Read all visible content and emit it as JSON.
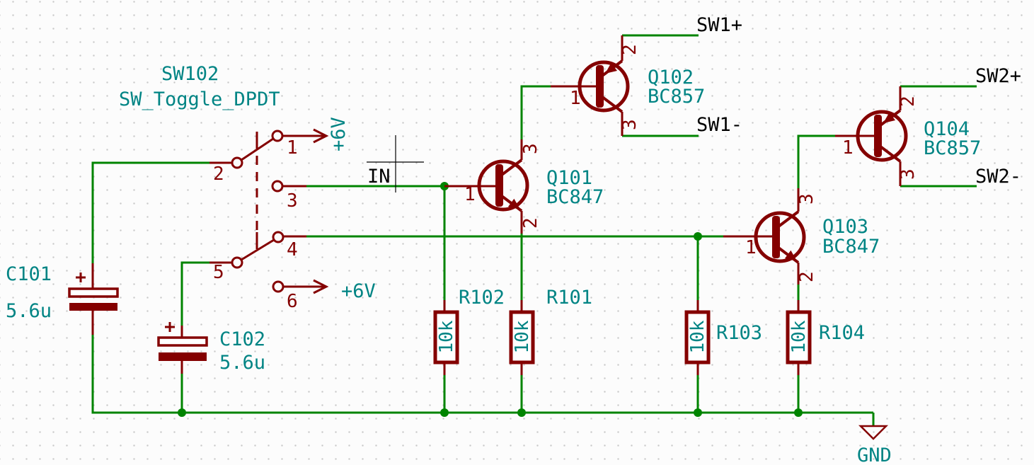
{
  "colors": {
    "wire": "#008400",
    "symbol_outline": "#840000",
    "field_text": "#008484",
    "net_label_text": "#000000",
    "background": "#fcfcfc",
    "grid_dot": "#c8c8c8"
  },
  "components": {
    "SW102": {
      "ref": "SW102",
      "value": "SW_Toggle_DPDT",
      "pin1": "1",
      "pin2": "2",
      "pin3": "3",
      "pin4": "4",
      "pin5": "5",
      "pin6": "6"
    },
    "C101": {
      "ref": "C101",
      "value": "5.6u",
      "polarity_mark": "+"
    },
    "C102": {
      "ref": "C102",
      "value": "5.6u",
      "polarity_mark": "+"
    },
    "R101": {
      "ref": "R101",
      "value": "10k"
    },
    "R102": {
      "ref": "R102",
      "value": "10k"
    },
    "R103": {
      "ref": "R103",
      "value": "10k"
    },
    "R104": {
      "ref": "R104",
      "value": "10k"
    },
    "Q101": {
      "ref": "Q101",
      "value": "BC847",
      "pin_base": "1",
      "pin_collector": "3",
      "pin_emitter": "2"
    },
    "Q102": {
      "ref": "Q102",
      "value": "BC857",
      "pin_base": "1",
      "pin_emitter": "2",
      "pin_collector": "3"
    },
    "Q103": {
      "ref": "Q103",
      "value": "BC847",
      "pin_base": "1",
      "pin_collector": "3",
      "pin_emitter": "2"
    },
    "Q104": {
      "ref": "Q104",
      "value": "BC857",
      "pin_base": "1",
      "pin_emitter": "2",
      "pin_collector": "3"
    }
  },
  "power_symbols": {
    "vcc_pole1": "+6V",
    "vcc_pole2": "+6V",
    "gnd": "GND"
  },
  "net_labels": {
    "input": "IN",
    "sw1_plus": "SW1+",
    "sw1_minus": "SW1-",
    "sw2_plus": "SW2+",
    "sw2_minus": "SW2-"
  }
}
